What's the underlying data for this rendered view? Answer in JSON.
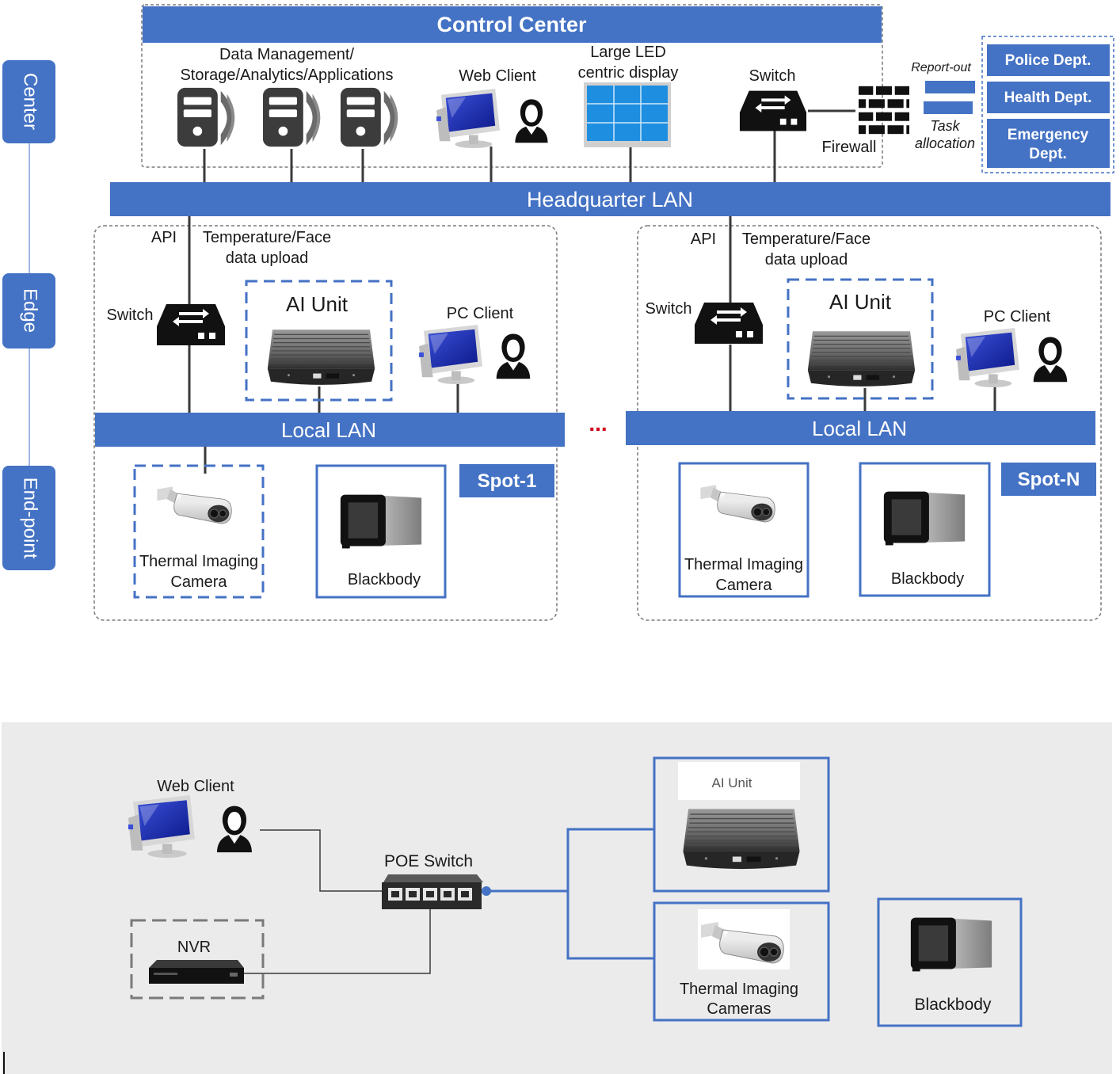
{
  "top": {
    "control_center": "Control Center",
    "data_mgmt_line1": "Data Management/",
    "data_mgmt_line2": "Storage/Analytics/Applications",
    "web_client": "Web Client",
    "led_line1": "Large LED",
    "led_line2": "centric display",
    "switch": "Switch",
    "firewall": "Firewall",
    "report_out": "Report-out",
    "task_line1": "Task",
    "task_line2": "allocation",
    "depts": {
      "police": "Police Dept.",
      "health": "Health Dept.",
      "emergency_line1": "Emergency",
      "emergency_line2": "Dept."
    },
    "headquarter_lan": "Headquarter  LAN",
    "tiers": {
      "center": "Center",
      "edge": "Edge",
      "endpoint": "End-point"
    },
    "ellipsis": "...",
    "spot1": {
      "api": "API",
      "upload_line1": "Temperature/Face",
      "upload_line2": "data upload",
      "switch": "Switch",
      "ai_unit": "AI Unit",
      "pc_client": "PC Client",
      "local_lan": "Local LAN",
      "spot": "Spot-1",
      "camera_line1": "Thermal Imaging",
      "camera_line2": "Camera",
      "blackbody": "Blackbody"
    },
    "spotN": {
      "api": "API",
      "upload_line1": "Temperature/Face",
      "upload_line2": "data upload",
      "switch": "Switch",
      "ai_unit": "AI Unit",
      "pc_client": "PC Client",
      "local_lan": "Local LAN",
      "spot": "Spot-N",
      "camera_line1": "Thermal Imaging",
      "camera_line2": "Camera",
      "blackbody": "Blackbody"
    }
  },
  "bottom": {
    "web_client": "Web Client",
    "poe_switch": "POE Switch",
    "nvr": "NVR",
    "ai_unit": "AI Unit",
    "camera_line1": "Thermal Imaging",
    "camera_line2": "Cameras",
    "blackbody": "Blackbody"
  },
  "colors": {
    "accent_blue": "#4472c4",
    "dark": "#1a1a1a",
    "panel_gray": "#ebebeb",
    "lan_blue": "#4472c4",
    "dashed_gray": "#7a7a7a"
  }
}
